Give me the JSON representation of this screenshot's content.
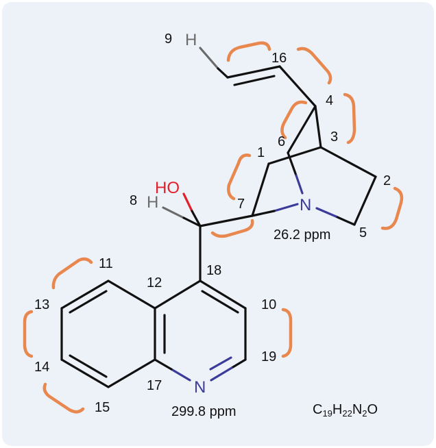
{
  "atoms": {
    "H9": "H",
    "H8": "H",
    "HO": "HO",
    "N_quinuclidine": "N",
    "N_quinoline": "N"
  },
  "atom_numbers": {
    "n9": "9",
    "n16": "16",
    "n4": "4",
    "n6": "6",
    "n3": "3",
    "n1": "1",
    "n2": "2",
    "n7": "7",
    "n5": "5",
    "n8": "8",
    "n18": "18",
    "n11": "11",
    "n12": "12",
    "n13": "13",
    "n10": "10",
    "n14": "14",
    "n19": "19",
    "n17": "17",
    "n15": "15"
  },
  "shifts": {
    "quinuclidine_N": "26.2 ppm",
    "quinoline_N": "299.8 ppm"
  },
  "formula": {
    "c": "C",
    "c_sub": "19",
    "h": "H",
    "h_sub": "22",
    "n": "N",
    "n_sub": "2",
    "o": "O"
  },
  "colors": {
    "bond": "#111111",
    "nitrogen": "#3b3b9a",
    "oxygen": "#e0202a",
    "hydrogen": "#6b6b6b",
    "bracket": "#e8874e",
    "background": "#edf1f8"
  }
}
